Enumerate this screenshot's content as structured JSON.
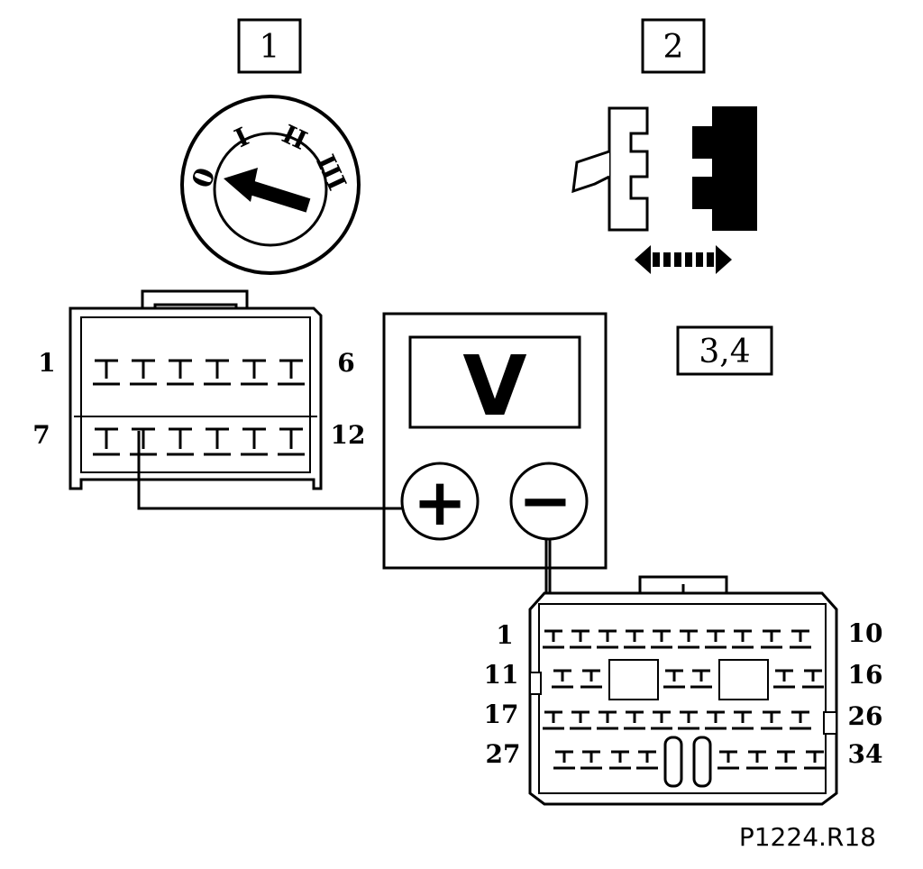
{
  "step_labels": {
    "step1": "1",
    "step2": "2",
    "step34": "3,4"
  },
  "ignition_switch": {
    "positions": [
      "0",
      "I",
      "II",
      "III"
    ]
  },
  "voltmeter": {
    "display": "V",
    "plus_symbol": "+",
    "minus_symbol": "−"
  },
  "connector_12pin": {
    "pin_labels": {
      "top_left": "1",
      "top_right": "6",
      "bottom_left": "7",
      "bottom_right": "12"
    }
  },
  "connector_34pin": {
    "pin_labels": {
      "r1_left": "1",
      "r1_right": "10",
      "r2_left": "11",
      "r2_right": "16",
      "r3_left": "17",
      "r3_right": "26",
      "r4_left": "27",
      "r4_right": "34"
    }
  },
  "reference_code": "P1224.R18"
}
